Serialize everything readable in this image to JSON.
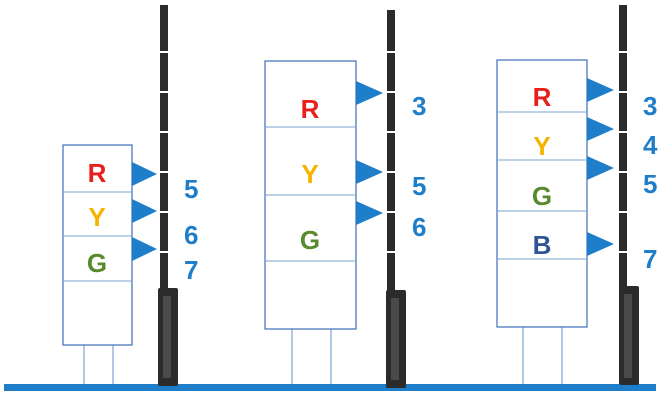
{
  "colors": {
    "red": "#e8201b",
    "yellow": "#f5b400",
    "green": "#5a8a2e",
    "blue_letter": "#2f5597",
    "accent": "#1f7ec9",
    "frame_blue": "#3d6fb6",
    "ground": "#1f7ec9",
    "pole": "#2b2b2b"
  },
  "icons": {
    "pointer": "triangle-arrow-icon",
    "pole": "ruler-pole-icon"
  },
  "units": [
    {
      "cells": [
        {
          "label": "R",
          "color": "red"
        },
        {
          "label": "Y",
          "color": "yellow"
        },
        {
          "label": "G",
          "color": "green"
        },
        {
          "label": "",
          "color": ""
        }
      ],
      "markers": [
        "5",
        "6",
        "7"
      ]
    },
    {
      "cells": [
        {
          "label": "R",
          "color": "red"
        },
        {
          "label": "Y",
          "color": "yellow"
        },
        {
          "label": "G",
          "color": "green"
        },
        {
          "label": "",
          "color": ""
        }
      ],
      "markers": [
        "3",
        "5",
        "6"
      ]
    },
    {
      "cells": [
        {
          "label": "R",
          "color": "red"
        },
        {
          "label": "Y",
          "color": "yellow"
        },
        {
          "label": "G",
          "color": "green"
        },
        {
          "label": "B",
          "color": "blue_letter"
        }
      ],
      "markers": [
        "3",
        "4",
        "5",
        "7"
      ]
    }
  ]
}
